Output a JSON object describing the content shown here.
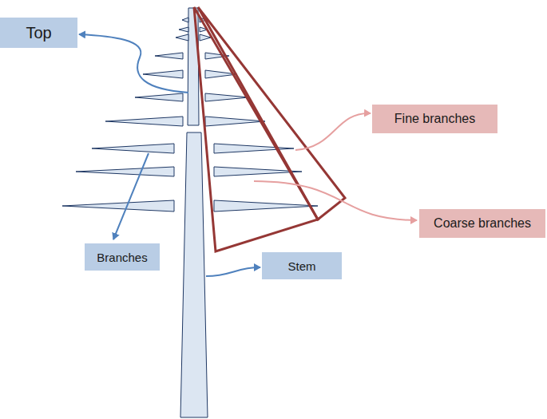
{
  "diagram": {
    "nodes": [
      {
        "text": [
          "Top"
        ]
      },
      {
        "text": [
          "Fine branches"
        ]
      },
      {
        "text": [
          "Coarse branches"
        ]
      },
      {
        "text": [
          "Branches"
        ]
      },
      {
        "text": [
          "Stem"
        ]
      }
    ]
  }
}
